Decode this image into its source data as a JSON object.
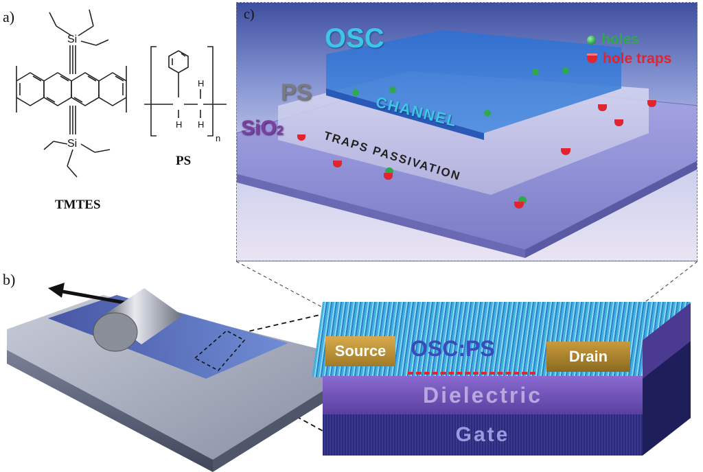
{
  "panels": {
    "a": "a)",
    "b": "b)",
    "c": "c)"
  },
  "molecules": {
    "tmtes": {
      "name": "TMTES",
      "si": "Si"
    },
    "ps": {
      "name": "PS",
      "h": "H",
      "subscript": "n"
    }
  },
  "layers_3d": {
    "osc": "OSC",
    "ps": "PS",
    "sio2": "SiO",
    "sio2_sub": "2",
    "channel": "CHANNEL",
    "traps_passivation": "TRAPS PASSIVATION"
  },
  "legend": {
    "holes": "holes",
    "hole_traps": "hole traps"
  },
  "device": {
    "source": "Source",
    "drain": "Drain",
    "osc_ps": "OSC:PS",
    "dielectric": "Dielectric",
    "gate": "Gate"
  },
  "colors": {
    "hole": "#2fa84f",
    "trap": "#e0252f",
    "osc_text": "#3fc6e6",
    "sio2_text": "#7b3fa0",
    "electrode": "#c89a3c",
    "dielectric": "#6a4fb0",
    "gate": "#2a2a78"
  }
}
